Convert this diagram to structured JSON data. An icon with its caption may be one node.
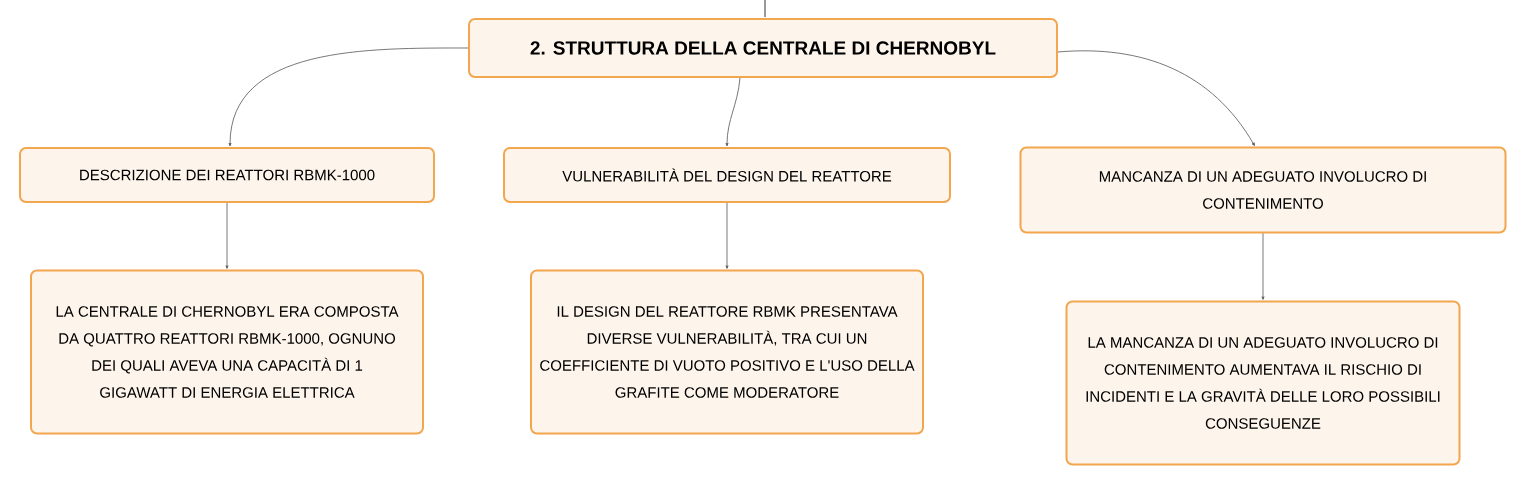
{
  "diagram": {
    "nodes": [
      {
        "text": [
          "2. STRUTTURA DELLA CENTRALE DI CHERNOBYL"
        ]
      },
      {
        "text": [
          "DESCRIZIONE DEI REATTORI RBMK-1000"
        ]
      },
      {
        "text": [
          "VULNERABILITÀ DEL DESIGN DEL REATTORE"
        ]
      },
      {
        "text": [
          "MANCANZA DI UN ADEGUATO INVOLUCRO DI CONTENIMENTO"
        ]
      },
      {
        "text": [
          "LA CENTRALE DI CHERNOBYL ERA COMPOSTA DA QUATTRO REATTORI RBMK-1000, OGNUNO DEI QUALI AVEVA UNA CAPACITÀ DI 1 GIGAWATT DI ENERGIA ELETTRICA"
        ]
      },
      {
        "text": [
          "IL DESIGN DEL REATTORE RBMK PRESENTAVA DIVERSE VULNERABILITÀ, TRA CUI UN COEFFICIENTE DI VUOTO POSITIVO E L'USO DELLA GRAFITE COME MODERATORE"
        ]
      },
      {
        "text": [
          "LA MANCANZA DI UN ADEGUATO INVOLUCRO DI CONTENIMENTO AUMENTAVA IL RISCHIO DI INCIDENTI E LA GRAVITÀ DELLE LORO POSSIBILI CONSEGUENZE"
        ]
      }
    ],
    "edges": [
      {
        "from": null,
        "to": 0,
        "arrow": "none"
      },
      {
        "from": 0,
        "to": 1,
        "arrow": "to"
      },
      {
        "from": 0,
        "to": 2,
        "arrow": "to"
      },
      {
        "from": 0,
        "to": 3,
        "arrow": "to"
      },
      {
        "from": 1,
        "to": 4,
        "arrow": "to"
      },
      {
        "from": 2,
        "to": 5,
        "arrow": "to"
      },
      {
        "from": 3,
        "to": 6,
        "arrow": "to"
      }
    ]
  }
}
